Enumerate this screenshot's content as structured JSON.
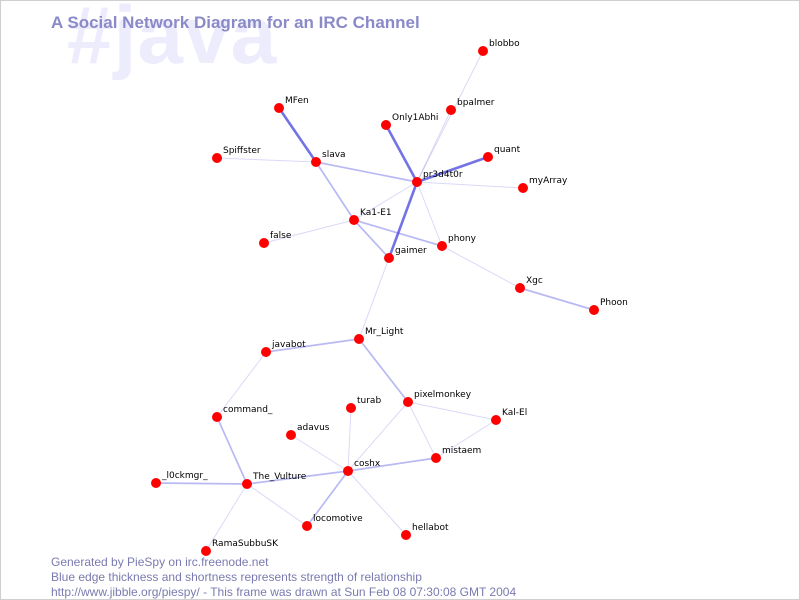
{
  "channel": "#java",
  "title": "A Social Network Diagram for an IRC Channel",
  "footer": {
    "line1": "Generated by PieSpy on irc.freenode.net",
    "line2": "Blue edge thickness and shortness represents strength of relationship",
    "line3": "http://www.jibble.org/piespy/ - This frame was drawn at Sun Feb 08 07:30:08 GMT 2004"
  },
  "colors": {
    "node": "#ff0000",
    "edge": "#5050e0",
    "title": "#8a8ac8",
    "watermark": "#ececfc",
    "footer": "#7a7ab0"
  },
  "nodes": [
    {
      "id": "blobbo",
      "label": "blobbo"
    },
    {
      "id": "bpalmer",
      "label": "bpalmer"
    },
    {
      "id": "MFen",
      "label": "MFen"
    },
    {
      "id": "Only1Abhi",
      "label": "Only1Abhi"
    },
    {
      "id": "Spiffster",
      "label": "Spiffster"
    },
    {
      "id": "slava",
      "label": "slava"
    },
    {
      "id": "quant",
      "label": "quant"
    },
    {
      "id": "pr3d4t0r",
      "label": "pr3d4t0r"
    },
    {
      "id": "myArray",
      "label": "myArray"
    },
    {
      "id": "Ka1-E1",
      "label": "Ka1-E1"
    },
    {
      "id": "false",
      "label": "false"
    },
    {
      "id": "phony",
      "label": "phony"
    },
    {
      "id": "gaimer",
      "label": "gaimer"
    },
    {
      "id": "Xgc",
      "label": "Xgc"
    },
    {
      "id": "Phoon",
      "label": "Phoon"
    },
    {
      "id": "Mr_Light",
      "label": "Mr_Light"
    },
    {
      "id": "javabot",
      "label": "javabot"
    },
    {
      "id": "pixelmonkey",
      "label": "pixelmonkey"
    },
    {
      "id": "turab",
      "label": "turab"
    },
    {
      "id": "command_",
      "label": "command_"
    },
    {
      "id": "Kal-El",
      "label": "Kal-El"
    },
    {
      "id": "adavus",
      "label": "adavus"
    },
    {
      "id": "mistaem",
      "label": "mistaem"
    },
    {
      "id": "coshx",
      "label": "coshx"
    },
    {
      "id": "_l0ckmgr_",
      "label": "_l0ckmgr_"
    },
    {
      "id": "The_Vulture",
      "label": "The_Vulture"
    },
    {
      "id": "locomotive",
      "label": "locomotive"
    },
    {
      "id": "hellabot",
      "label": "hellabot"
    },
    {
      "id": "RamaSubbuSK",
      "label": "RamaSubbuSK"
    }
  ],
  "edges": [
    {
      "from": "blobbo",
      "to": "pr3d4t0r",
      "strength": 1
    },
    {
      "from": "bpalmer",
      "to": "pr3d4t0r",
      "strength": 1
    },
    {
      "from": "Only1Abhi",
      "to": "pr3d4t0r",
      "strength": 3
    },
    {
      "from": "quant",
      "to": "pr3d4t0r",
      "strength": 3
    },
    {
      "from": "myArray",
      "to": "pr3d4t0r",
      "strength": 1
    },
    {
      "from": "slava",
      "to": "pr3d4t0r",
      "strength": 2
    },
    {
      "from": "MFen",
      "to": "slava",
      "strength": 3
    },
    {
      "from": "Spiffster",
      "to": "slava",
      "strength": 1
    },
    {
      "from": "slava",
      "to": "Ka1-E1",
      "strength": 2
    },
    {
      "from": "Ka1-E1",
      "to": "pr3d4t0r",
      "strength": 1
    },
    {
      "from": "false",
      "to": "Ka1-E1",
      "strength": 1
    },
    {
      "from": "Ka1-E1",
      "to": "phony",
      "strength": 2
    },
    {
      "from": "Ka1-E1",
      "to": "gaimer",
      "strength": 2
    },
    {
      "from": "gaimer",
      "to": "pr3d4t0r",
      "strength": 3
    },
    {
      "from": "phony",
      "to": "pr3d4t0r",
      "strength": 1
    },
    {
      "from": "phony",
      "to": "Xgc",
      "strength": 1
    },
    {
      "from": "Xgc",
      "to": "Phoon",
      "strength": 2
    },
    {
      "from": "gaimer",
      "to": "Mr_Light",
      "strength": 1
    },
    {
      "from": "Mr_Light",
      "to": "javabot",
      "strength": 2
    },
    {
      "from": "Mr_Light",
      "to": "pixelmonkey",
      "strength": 2
    },
    {
      "from": "javabot",
      "to": "command_",
      "strength": 1
    },
    {
      "from": "command_",
      "to": "The_Vulture",
      "strength": 2
    },
    {
      "from": "_l0ckmgr_",
      "to": "The_Vulture",
      "strength": 2
    },
    {
      "from": "The_Vulture",
      "to": "coshx",
      "strength": 2
    },
    {
      "from": "The_Vulture",
      "to": "locomotive",
      "strength": 1
    },
    {
      "from": "RamaSubbuSK",
      "to": "The_Vulture",
      "strength": 1
    },
    {
      "from": "coshx",
      "to": "pixelmonkey",
      "strength": 1
    },
    {
      "from": "coshx",
      "to": "turab",
      "strength": 1
    },
    {
      "from": "coshx",
      "to": "adavus",
      "strength": 1
    },
    {
      "from": "coshx",
      "to": "mistaem",
      "strength": 2
    },
    {
      "from": "coshx",
      "to": "locomotive",
      "strength": 2
    },
    {
      "from": "coshx",
      "to": "hellabot",
      "strength": 1
    },
    {
      "from": "pixelmonkey",
      "to": "mistaem",
      "strength": 1
    },
    {
      "from": "pixelmonkey",
      "to": "Kal-El",
      "strength": 1
    },
    {
      "from": "mistaem",
      "to": "Kal-El",
      "strength": 1
    }
  ]
}
